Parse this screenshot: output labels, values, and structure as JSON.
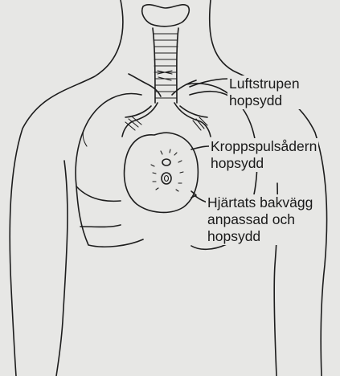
{
  "labels": {
    "trachea": [
      "Luftstrupen",
      "hopsydd"
    ],
    "aorta": [
      "Kroppspulsådern",
      "hopsydd"
    ],
    "heart_wall": [
      "Hjärtats bakvägg",
      "anpassad och",
      "hopsydd"
    ]
  },
  "colors": {
    "ink": "#1d1d1d",
    "paper": "#e7e7e5"
  }
}
